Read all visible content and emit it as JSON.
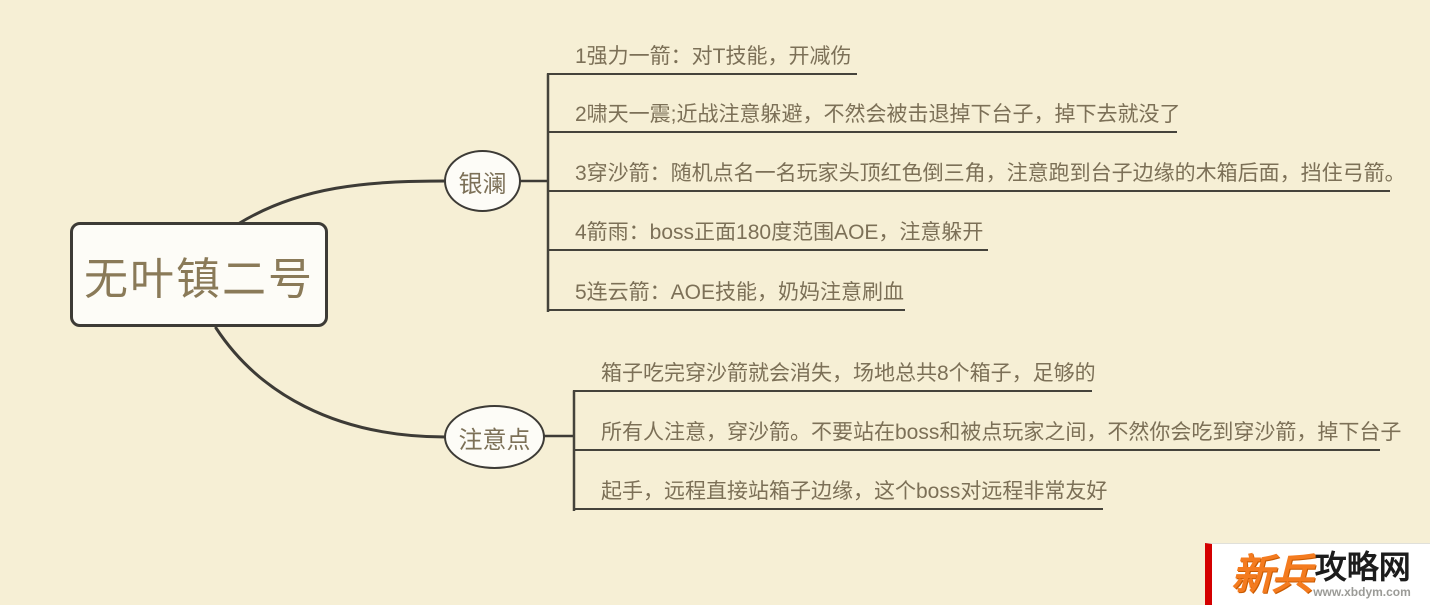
{
  "root": {
    "label": "无叶镇二号"
  },
  "branches": [
    {
      "label": "银澜",
      "items": [
        "1强力一箭：对T技能，开减伤",
        "2啸天一震;近战注意躲避，不然会被击退掉下台子，掉下去就没了",
        "3穿沙箭：随机点名一名玩家头顶红色倒三角，注意跑到台子边缘的木箱后面，挡住弓箭。",
        "4箭雨：boss正面180度范围AOE，注意躲开",
        "5连云箭：AOE技能，奶妈注意刷血"
      ]
    },
    {
      "label": "注意点",
      "items": [
        "箱子吃完穿沙箭就会消失，场地总共8个箱子，足够的",
        "所有人注意，穿沙箭。不要站在boss和被点玩家之间，不然你会吃到穿沙箭，掉下台子",
        "起手，远程直接站箱子边缘，这个boss对远程非常友好"
      ]
    }
  ],
  "watermark": {
    "site_name_highlight": "新兵",
    "site_name_rest": "攻略网",
    "url": "www.xbdym.com"
  },
  "colors": {
    "background": "#f6efd5",
    "node_fill": "#fdfcf7",
    "line": "#3d3b36",
    "text": "#7c7057",
    "watermark_accent": "#f47b1f",
    "watermark_border": "#d40000"
  }
}
